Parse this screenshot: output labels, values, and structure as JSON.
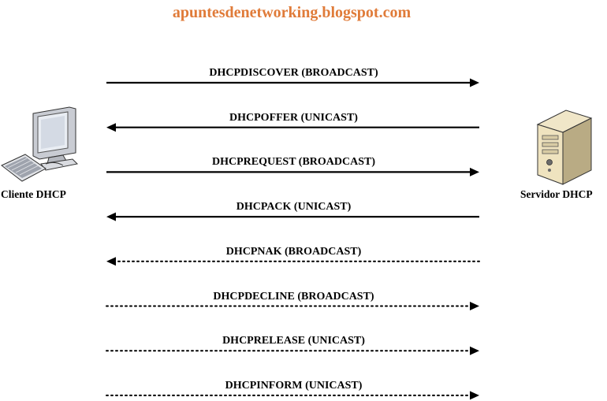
{
  "header": {
    "site": "apuntesdenetworking.blogspot.com"
  },
  "nodes": {
    "client": {
      "label": "Cliente DHCP",
      "icon": "computer-icon"
    },
    "server": {
      "label": "Servidor DHCP",
      "icon": "server-icon"
    }
  },
  "messages": [
    {
      "label": "DHCPDISCOVER (BROADCAST)",
      "direction": "to-server",
      "style": "solid"
    },
    {
      "label": "DHCPOFFER (UNICAST)",
      "direction": "to-client",
      "style": "solid"
    },
    {
      "label": "DHCPREQUEST (BROADCAST)",
      "direction": "to-server",
      "style": "solid"
    },
    {
      "label": "DHCPACK (UNICAST)",
      "direction": "to-client",
      "style": "solid"
    },
    {
      "label": "DHCPNAK (BROADCAST)",
      "direction": "to-client",
      "style": "dotted"
    },
    {
      "label": "DHCPDECLINE (BROADCAST)",
      "direction": "to-server",
      "style": "dotted"
    },
    {
      "label": "DHCPRELEASE (UNICAST)",
      "direction": "to-server",
      "style": "dotted"
    },
    {
      "label": "DHCPINFORM (UNICAST)",
      "direction": "to-server",
      "style": "dotted"
    }
  ],
  "colors": {
    "title": "#e07b39",
    "line": "#000000"
  }
}
